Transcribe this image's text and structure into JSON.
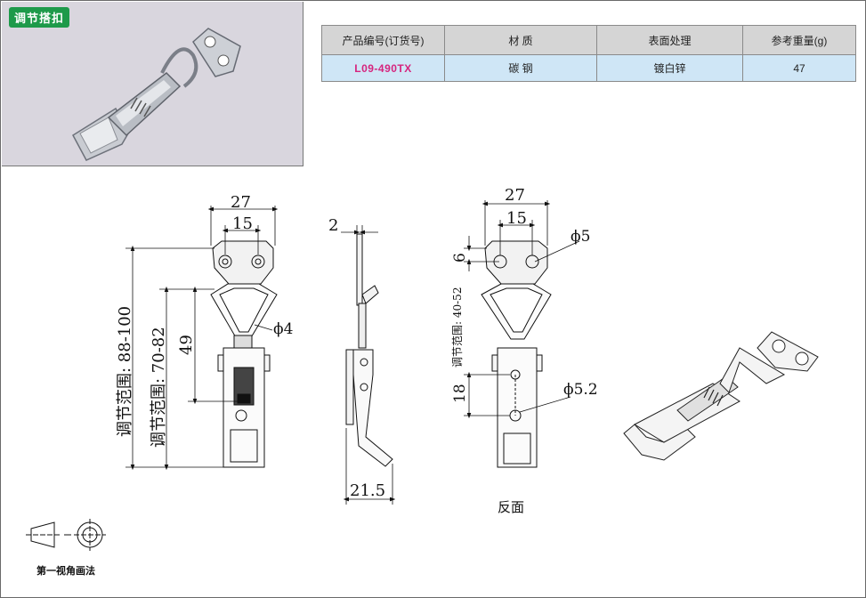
{
  "badge": "调节搭扣",
  "table": {
    "headers": [
      "产品编号(订货号)",
      "材  质",
      "表面处理",
      "参考重量(g)"
    ],
    "row": [
      "L09-490TX",
      "碳  钢",
      "镀白锌",
      "47"
    ]
  },
  "dims": {
    "width_27": "27",
    "hole_15": "15",
    "range_88_100": "调节范围:  88-100",
    "range_70_82": "调节范围:  70-82",
    "len_49": "49",
    "dia_4": "ϕ4",
    "thick_2": "2",
    "depth_21_5": "21.5",
    "back_27": "27",
    "back_15": "15",
    "dia_5": "ϕ5",
    "off_6": "6",
    "range_40_52": "调节范围:  40-52",
    "len_18": "18",
    "dia_5_2": "ϕ5.2"
  },
  "back_label": "反面",
  "projection_label": "第一视角画法",
  "colors": {
    "badge": "#1e9a4a",
    "header_bg": "#d5d5d5",
    "row_bg": "#cfe6f6",
    "code": "#d6247e",
    "photo_bg": "#d9d6de"
  }
}
